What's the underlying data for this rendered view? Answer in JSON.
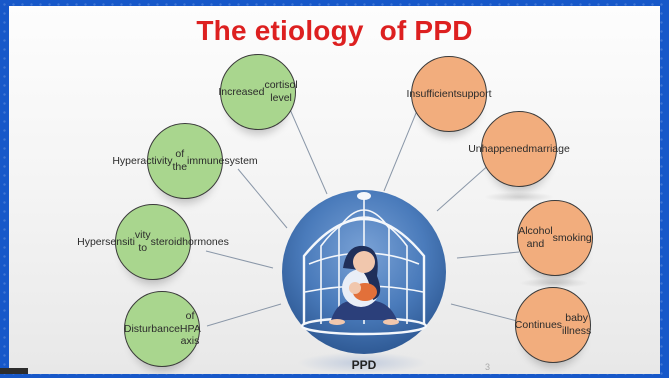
{
  "title": "The etiology  of PPD",
  "hub": {
    "label": "PPD",
    "icon": "caged-mother-with-baby-illustration"
  },
  "left_factors": [
    {
      "lines": [
        "Increased",
        "cortisol level"
      ]
    },
    {
      "lines": [
        "Hyperactivity",
        "of the",
        "immune",
        "system"
      ]
    },
    {
      "lines": [
        "Hypersensiti",
        "vity to",
        "steroid",
        "hormones"
      ]
    },
    {
      "lines": [
        "Disturbance",
        "of HPA axis"
      ]
    }
  ],
  "right_factors": [
    {
      "lines": [
        "Insufficient",
        "support"
      ]
    },
    {
      "lines": [
        "Unhappened",
        "marriage"
      ]
    },
    {
      "lines": [
        "Alcohol and",
        "smoking"
      ]
    },
    {
      "lines": [
        "Continues",
        "baby illness"
      ]
    }
  ],
  "page_number": "3",
  "colors": {
    "title": "#dd2020",
    "left_fill": "#a9d68e",
    "right_fill": "#f2ad7d",
    "hub_fill": "#3f6fb0",
    "frame": "#1758c9"
  }
}
